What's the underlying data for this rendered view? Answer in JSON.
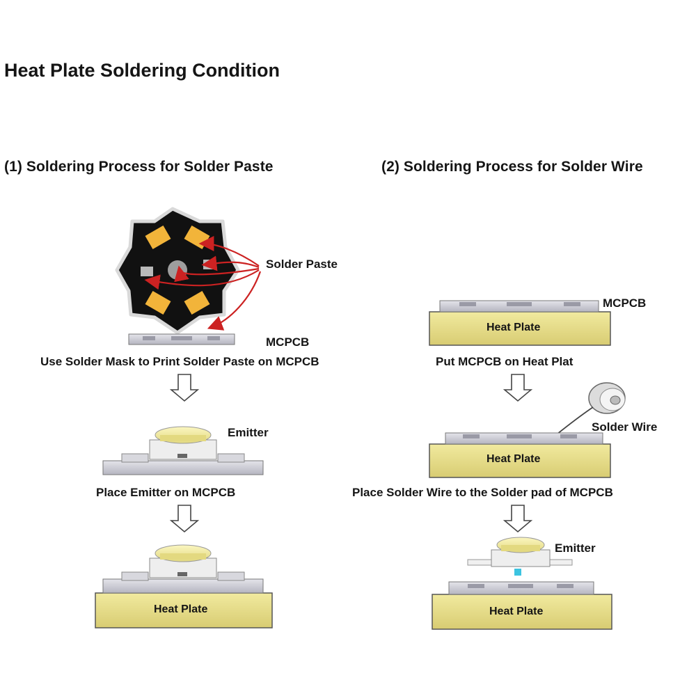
{
  "title": "Heat Plate Soldering Condition",
  "left": {
    "heading": "(1) Soldering Process for Solder Paste",
    "solder_paste_label": "Solder Paste",
    "mcpcb_label": "MCPCB",
    "step1_caption": "Use Solder Mask to Print Solder Paste on MCPCB",
    "emitter_label": "Emitter",
    "step2_caption": "Place Emitter on MCPCB",
    "heat_plate_label": "Heat Plate"
  },
  "right": {
    "heading": "(2) Soldering Process for Solder Wire",
    "mcpcb_label": "MCPCB",
    "heat_plate_label_1": "Heat Plate",
    "step1_caption": "Put MCPCB on Heat Plat",
    "solder_wire_label": "Solder Wire",
    "heat_plate_label_2": "Heat Plate",
    "step2_caption": "Place Solder Wire to the Solder pad of MCPCB",
    "emitter_label": "Emitter",
    "heat_plate_label_3": "Heat Plate"
  },
  "colors": {
    "heat_plate": "#e6dc8f",
    "mcpcb": "#c9c9d1",
    "star_board": "#111111",
    "pad": "#f2b43a",
    "arrow_red": "#cc2222",
    "lens": "#f3eea0",
    "solder_drop": "#3cc4e0"
  }
}
